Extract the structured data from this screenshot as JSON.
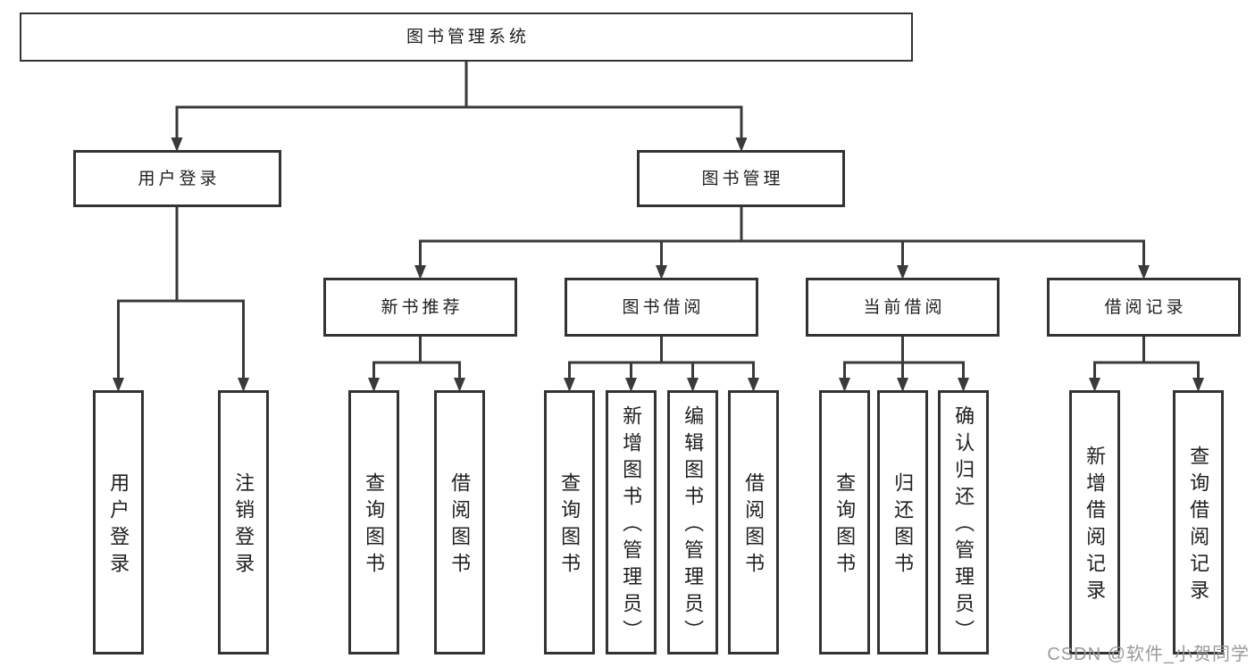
{
  "tree": {
    "label": "图书管理系统",
    "children": [
      {
        "label": "用户登录",
        "children": [
          {
            "label": "用户登录"
          },
          {
            "label": "注销登录"
          }
        ]
      },
      {
        "label": "图书管理",
        "children": [
          {
            "label": "新书推荐",
            "children": [
              {
                "label": "查询图书"
              },
              {
                "label": "借阅图书"
              }
            ]
          },
          {
            "label": "图书借阅",
            "children": [
              {
                "label": "查询图书"
              },
              {
                "label": "新增图书（管理员）"
              },
              {
                "label": "编辑图书（管理员）"
              },
              {
                "label": "借阅图书"
              }
            ]
          },
          {
            "label": "当前借阅",
            "children": [
              {
                "label": "查询图书"
              },
              {
                "label": "归还图书"
              },
              {
                "label": "确认归还（管理员）"
              }
            ]
          },
          {
            "label": "借阅记录",
            "children": [
              {
                "label": "新增借阅记录"
              },
              {
                "label": "查询借阅记录"
              }
            ]
          }
        ]
      }
    ]
  },
  "watermark": {
    "text": "CSDN @软件_小贺同学"
  },
  "colors": {
    "background": "#ffffff",
    "box_border": "#333333",
    "connector_line": "#3a3a3a",
    "text": "#1f1f1f",
    "watermark": "#9a9a9a"
  }
}
